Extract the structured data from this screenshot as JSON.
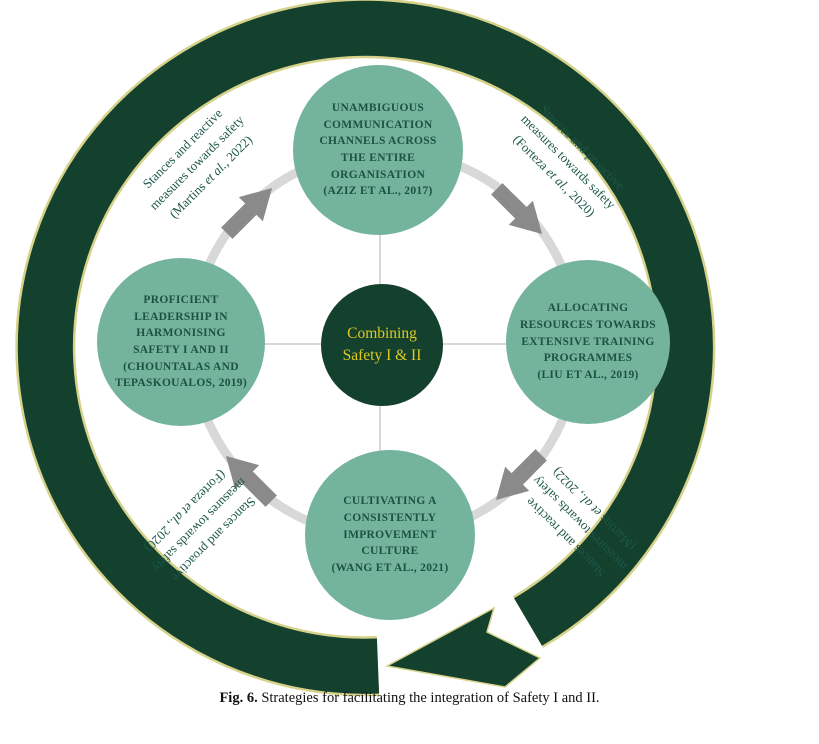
{
  "figure": {
    "caption_label": "Fig. 6.",
    "caption_text": " Strategies for facilitating the integration of Safety I and II."
  },
  "center_node": {
    "text": "Combining\nSafety I & II"
  },
  "nodes": {
    "top": {
      "text": "UNAMBIGUOUS\nCOMMUNICATION\nCHANNELS ACROSS\nTHE ENTIRE\nORGANISATION\n(AZIZ ET AL., 2017)"
    },
    "right": {
      "text": "ALLOCATING\nRESOURCES TOWARDS\nEXTENSIVE TRAINING\nPROGRAMMES\n(LIU ET AL., 2019)"
    },
    "bottom": {
      "text": "CULTIVATING A\nCONSISTENTLY\nIMPROVEMENT\nCULTURE\n(WANG ET AL., 2021)"
    },
    "left": {
      "text": "PROFICIENT\nLEADERSHIP IN\nHARMONISING\nSAFETY I AND II\n(CHOUNTALAS AND\nTEPASKOUALOS, 2019)"
    }
  },
  "labels": {
    "top_left": {
      "line1": "Stances and reactive",
      "line2": "measures towards safety",
      "cite_pre": "(Martins ",
      "cite_italic": "et al.",
      "cite_post": ", 2022)"
    },
    "top_right": {
      "line1": "Stances and proactive",
      "line2": "measures towards safety",
      "cite_pre": "(Forteza ",
      "cite_italic": "et al.",
      "cite_post": ", 2020)"
    },
    "bottom_right": {
      "line1": "Stances and reactive",
      "line2": "measures towards safety",
      "cite_pre": "(Martins ",
      "cite_italic": "et al.",
      "cite_post": ", 2022)"
    },
    "bottom_left": {
      "line1": "Stances and proactive",
      "line2": "measures towards safety",
      "cite_pre": "(Forteza ",
      "cite_italic": "et al.",
      "cite_post": ", 2020)"
    }
  },
  "icons": {
    "outer_cycle_arrow": "clockwise-ring-arrow",
    "flow_arrows": "clockwise-step-arrows"
  },
  "colors": {
    "node_teal": "#74b49d",
    "node_text_green": "#1c5243",
    "dark_green": "#14402e",
    "ring_outline_cream": "#d6d28a",
    "center_text_yellow": "#ddca1f",
    "inner_ring_gray": "#d8d8d8",
    "flow_arrow_gray": "#8a8a8a",
    "label_green": "#1d574a"
  }
}
